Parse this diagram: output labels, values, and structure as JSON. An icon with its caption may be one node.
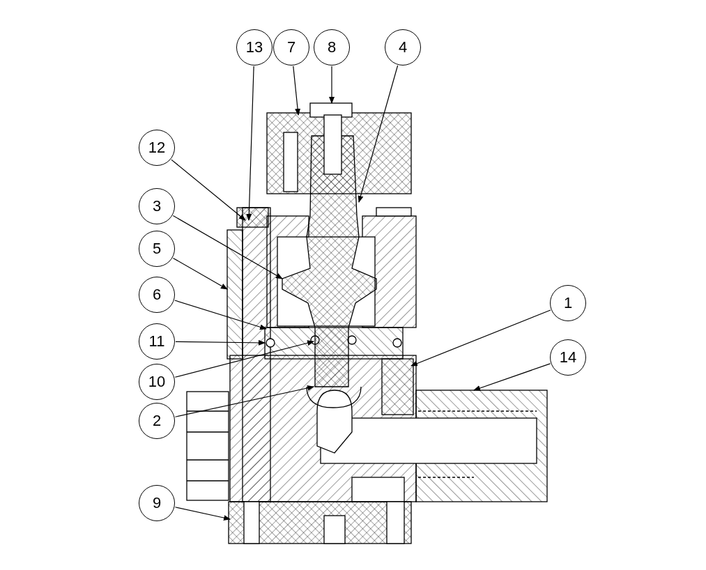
{
  "diagram": {
    "nodes": [
      {
        "text": [
          "13"
        ]
      },
      {
        "text": [
          "7"
        ]
      },
      {
        "text": [
          "8"
        ]
      },
      {
        "text": [
          "4"
        ]
      },
      {
        "text": [
          "12"
        ]
      },
      {
        "text": [
          "3"
        ]
      },
      {
        "text": [
          "5"
        ]
      },
      {
        "text": [
          "6"
        ]
      },
      {
        "text": [
          "1"
        ]
      },
      {
        "text": [
          "11"
        ]
      },
      {
        "text": [
          "14"
        ]
      },
      {
        "text": [
          "10"
        ]
      },
      {
        "text": [
          "2"
        ]
      },
      {
        "text": [
          "9"
        ]
      }
    ],
    "edges": [
      {
        "from": 0,
        "to": null,
        "arrow": "to"
      },
      {
        "from": 1,
        "to": null,
        "arrow": "to"
      },
      {
        "from": 2,
        "to": null,
        "arrow": "to"
      },
      {
        "from": 3,
        "to": null,
        "arrow": "to"
      },
      {
        "from": 4,
        "to": null,
        "arrow": "to"
      },
      {
        "from": 5,
        "to": null,
        "arrow": "to"
      },
      {
        "from": 6,
        "to": null,
        "arrow": "to"
      },
      {
        "from": 7,
        "to": null,
        "arrow": "to"
      },
      {
        "from": 8,
        "to": null,
        "arrow": "to"
      },
      {
        "from": 9,
        "to": null,
        "arrow": "to"
      },
      {
        "from": 10,
        "to": null,
        "arrow": "to"
      },
      {
        "from": 11,
        "to": null,
        "arrow": "to"
      },
      {
        "from": 12,
        "to": null,
        "arrow": "to"
      },
      {
        "from": 13,
        "to": null,
        "arrow": "to"
      }
    ]
  }
}
